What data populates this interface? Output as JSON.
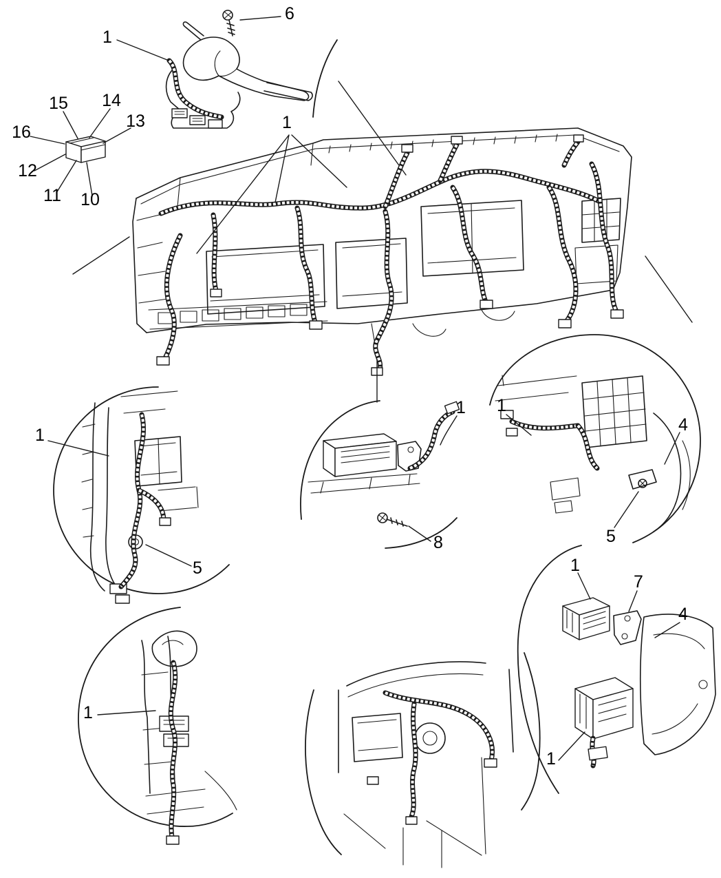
{
  "figure": {
    "background_color": "#ffffff",
    "line_color": "#1a1a1a"
  },
  "callouts": {
    "screw_top": {
      "label": "6"
    },
    "steering_column_harness": {
      "label": "1"
    },
    "relay_15": {
      "label": "15"
    },
    "relay_14": {
      "label": "14"
    },
    "relay_16": {
      "label": "16"
    },
    "relay_13": {
      "label": "13"
    },
    "relay_12": {
      "label": "12"
    },
    "relay_11": {
      "label": "11"
    },
    "relay_10": {
      "label": "10"
    },
    "instrument_panel_harness": {
      "label": "1"
    },
    "cowl_harness": {
      "label": "1"
    },
    "cowl_grommet": {
      "label": "5"
    },
    "module_harness": {
      "label": "1"
    },
    "module_screw": {
      "label": "8"
    },
    "junction_harness": {
      "label": "1"
    },
    "junction_shield": {
      "label": "4"
    },
    "junction_bolt": {
      "label": "5"
    },
    "pillar_harness": {
      "label": "1"
    },
    "relay_module_upper": {
      "label": "1"
    },
    "bracket": {
      "label": "7"
    },
    "shield": {
      "label": "4"
    },
    "relay_module_lower": {
      "label": "1"
    }
  }
}
